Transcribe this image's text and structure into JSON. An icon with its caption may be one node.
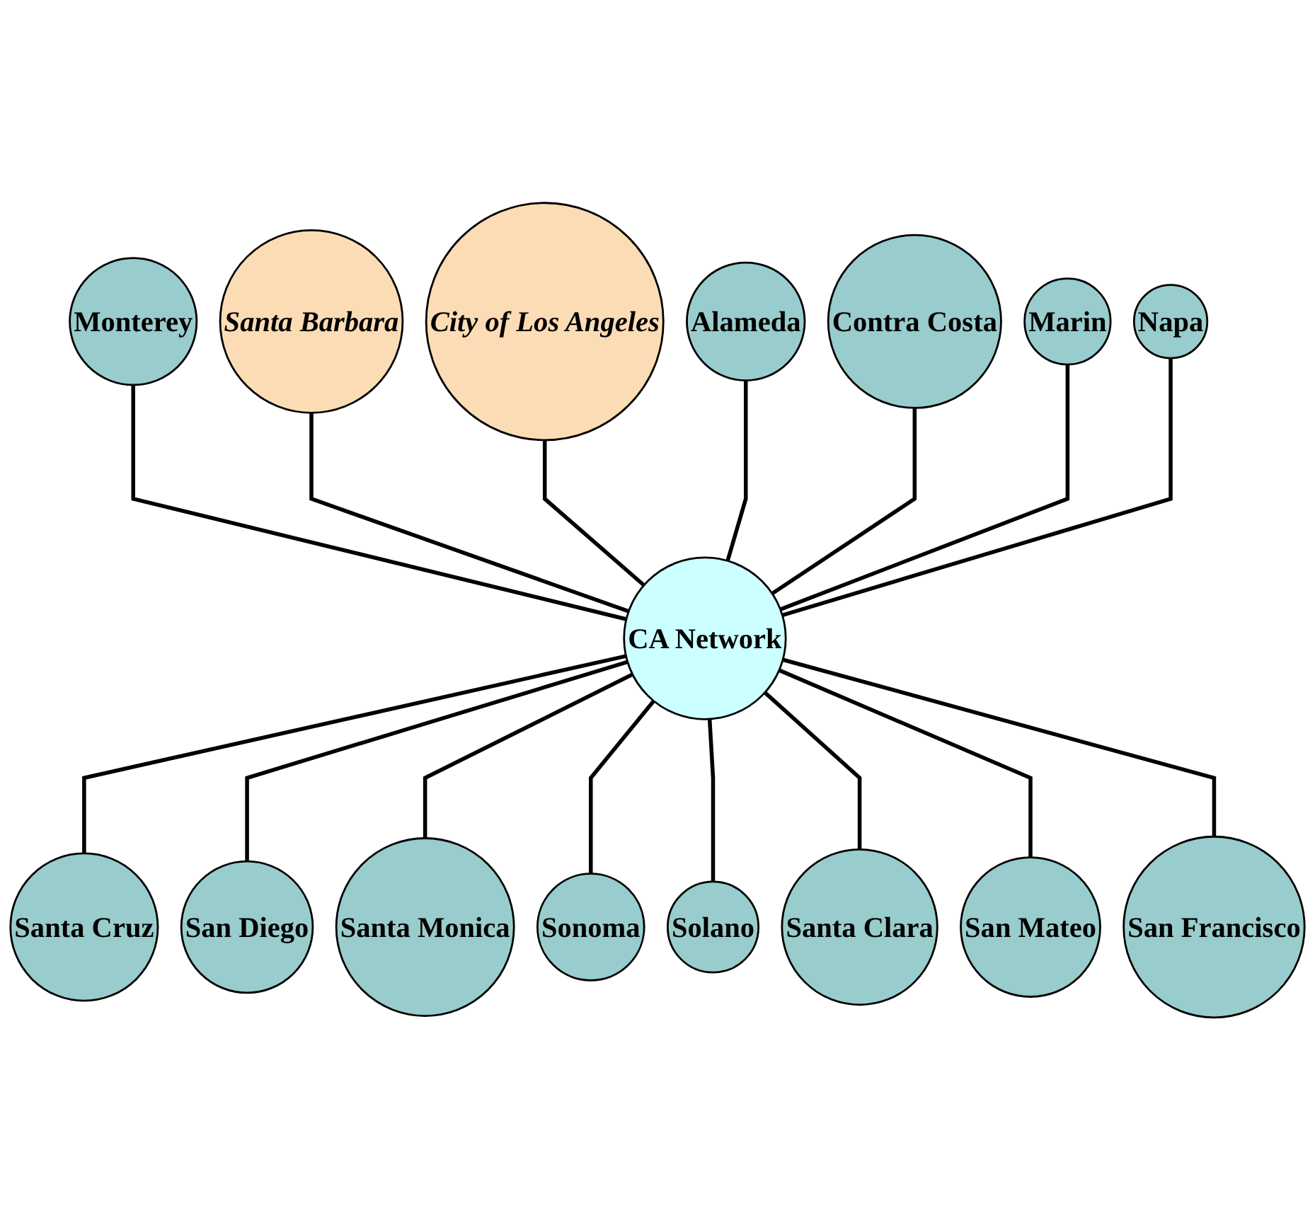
{
  "diagram": {
    "nodes": [
      {
        "text": [
          "CA Network"
        ]
      },
      {
        "text": [
          "Santa Barbara"
        ]
      },
      {
        "text": [
          "City of Los Angeles"
        ]
      },
      {
        "text": [
          "Alameda"
        ]
      },
      {
        "text": [
          "Contra Costa"
        ]
      },
      {
        "text": [
          "Marin"
        ]
      },
      {
        "text": [
          "Napa"
        ]
      },
      {
        "text": [
          "San Francisco"
        ]
      },
      {
        "text": [
          "San Mateo"
        ]
      },
      {
        "text": [
          "Santa Clara"
        ]
      },
      {
        "text": [
          "Solano"
        ]
      },
      {
        "text": [
          "Sonoma"
        ]
      },
      {
        "text": [
          "Santa Monica"
        ]
      },
      {
        "text": [
          "San Diego"
        ]
      },
      {
        "text": [
          "Santa Cruz"
        ]
      },
      {
        "text": [
          "Monterey"
        ]
      }
    ],
    "edges": [
      {
        "from": 15,
        "to": 0,
        "arrow": "none"
      },
      {
        "from": 1,
        "to": 0,
        "arrow": "none"
      },
      {
        "from": 2,
        "to": 0,
        "arrow": "none"
      },
      {
        "from": 3,
        "to": 0,
        "arrow": "none"
      },
      {
        "from": 4,
        "to": 0,
        "arrow": "none"
      },
      {
        "from": 5,
        "to": 0,
        "arrow": "none"
      },
      {
        "from": 6,
        "to": 0,
        "arrow": "none"
      },
      {
        "from": 0,
        "to": 14,
        "arrow": "none"
      },
      {
        "from": 0,
        "to": 13,
        "arrow": "none"
      },
      {
        "from": 0,
        "to": 12,
        "arrow": "none"
      },
      {
        "from": 0,
        "to": 11,
        "arrow": "none"
      },
      {
        "from": 0,
        "to": 10,
        "arrow": "none"
      },
      {
        "from": 0,
        "to": 9,
        "arrow": "none"
      },
      {
        "from": 0,
        "to": 8,
        "arrow": "none"
      },
      {
        "from": 0,
        "to": 7,
        "arrow": "none"
      }
    ]
  }
}
